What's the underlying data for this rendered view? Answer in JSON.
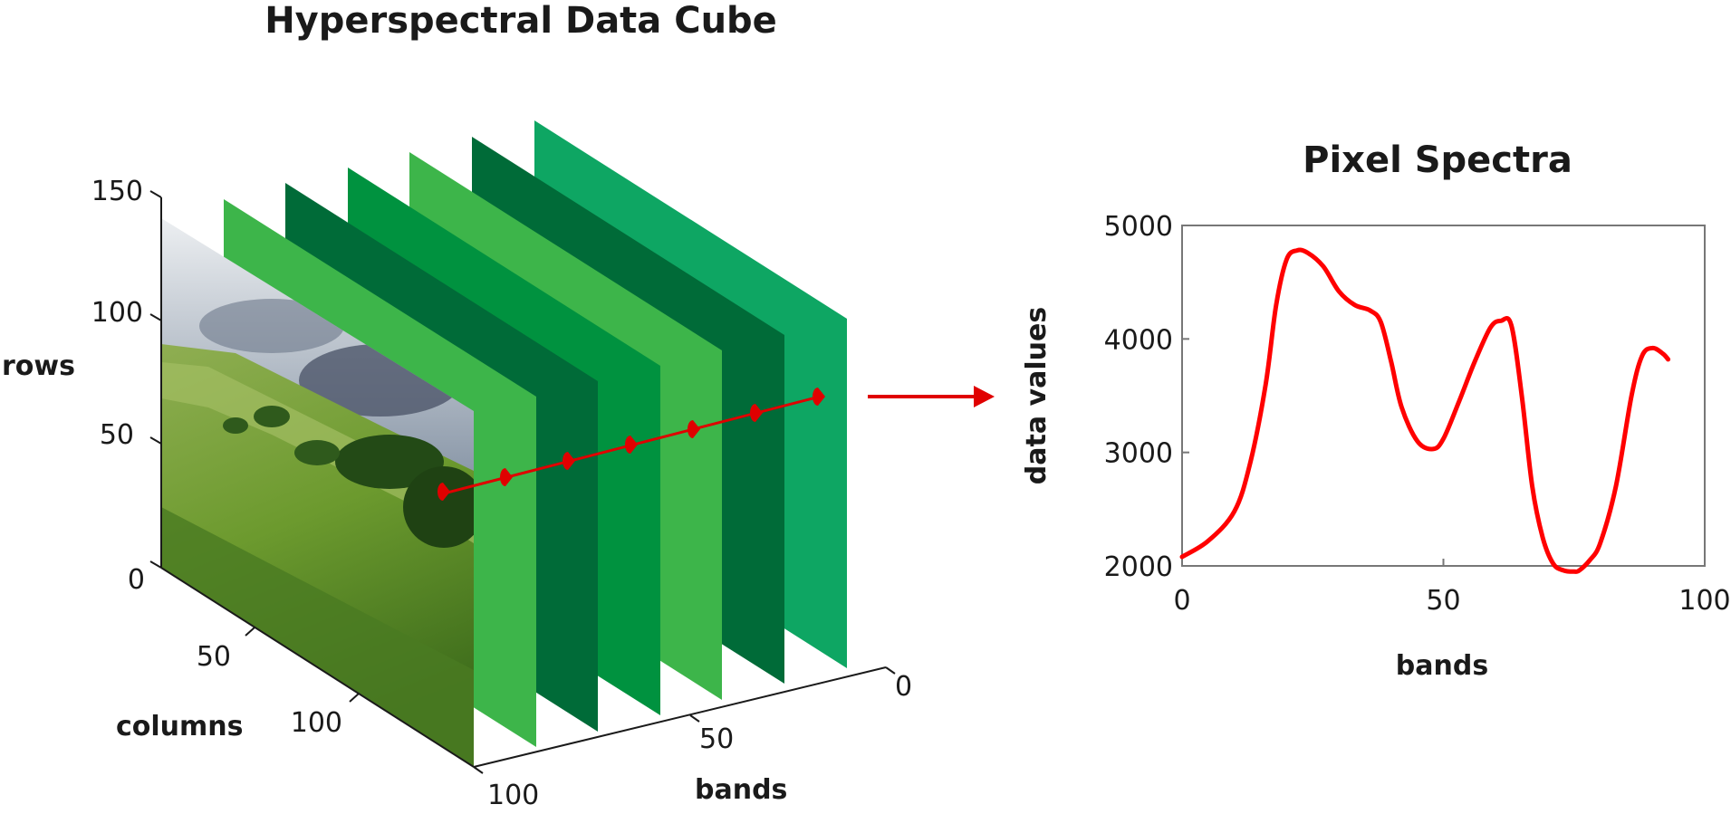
{
  "cube": {
    "title": "Hyperspectral Data Cube",
    "rows_label": "rows",
    "columns_label": "columns",
    "bands_label": "bands",
    "rows_ticks": [
      "0",
      "50",
      "100",
      "150"
    ],
    "columns_ticks": [
      "50",
      "100"
    ],
    "bands_ticks": [
      "0",
      "50",
      "100"
    ],
    "band_colors": [
      "#3db54a",
      "#006b38",
      "#00923f",
      "#3db54a",
      "#006b38",
      "#0ea663"
    ],
    "probe_color": "#e00000"
  },
  "chart_data": {
    "type": "line",
    "title": "Pixel Spectra",
    "xlabel": "bands",
    "ylabel": "data values",
    "xlim": [
      0,
      100
    ],
    "ylim": [
      2000,
      5000
    ],
    "xticks": [
      "0",
      "50",
      "100"
    ],
    "yticks": [
      "2000",
      "3000",
      "4000",
      "5000"
    ],
    "grid": false,
    "series": [
      {
        "color": "#ff0000",
        "x": [
          0,
          5,
          10,
          13,
          16,
          18,
          20,
          22,
          24,
          27,
          30,
          33,
          36,
          38,
          40,
          42,
          45,
          48,
          50,
          53,
          56,
          59,
          61,
          63,
          65,
          67,
          69,
          71,
          73,
          75,
          76,
          78,
          80,
          83,
          86,
          88,
          90,
          92,
          93
        ],
        "y": [
          2080,
          2220,
          2480,
          2900,
          3600,
          4300,
          4700,
          4780,
          4760,
          4640,
          4420,
          4300,
          4250,
          4150,
          3800,
          3400,
          3100,
          3030,
          3120,
          3450,
          3800,
          4100,
          4160,
          4120,
          3500,
          2700,
          2250,
          2020,
          1960,
          1950,
          1960,
          2050,
          2200,
          2700,
          3500,
          3850,
          3920,
          3870,
          3820
        ]
      }
    ]
  }
}
